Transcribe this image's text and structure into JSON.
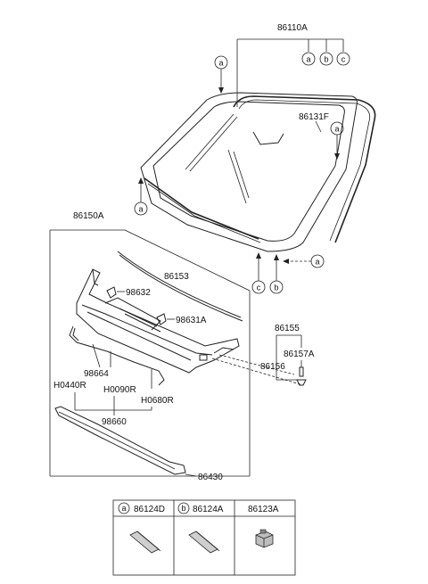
{
  "labels": {
    "windshield_glass": "86110A",
    "moulding": "86131F",
    "cowl_assy": "86150A",
    "cowl_seal": "86153",
    "clip_a": "98632",
    "clip_b": "98631A",
    "nozzle": "98664",
    "hose_left": "H0440R",
    "hose_mid": "H0090R",
    "hose_right": "H0680R",
    "hose_assy": "98660",
    "bottom_seal": "86430",
    "fastener_group": "86155",
    "fastener_a": "86157A",
    "fastener_b": "86156"
  },
  "callouts": {
    "a": "a",
    "b": "b",
    "c": "c"
  },
  "legend": {
    "cell1_letter": "a",
    "cell1_part": "86124D",
    "cell2_letter": "b",
    "cell2_part": "86124A",
    "cell3_part": "86123A"
  }
}
